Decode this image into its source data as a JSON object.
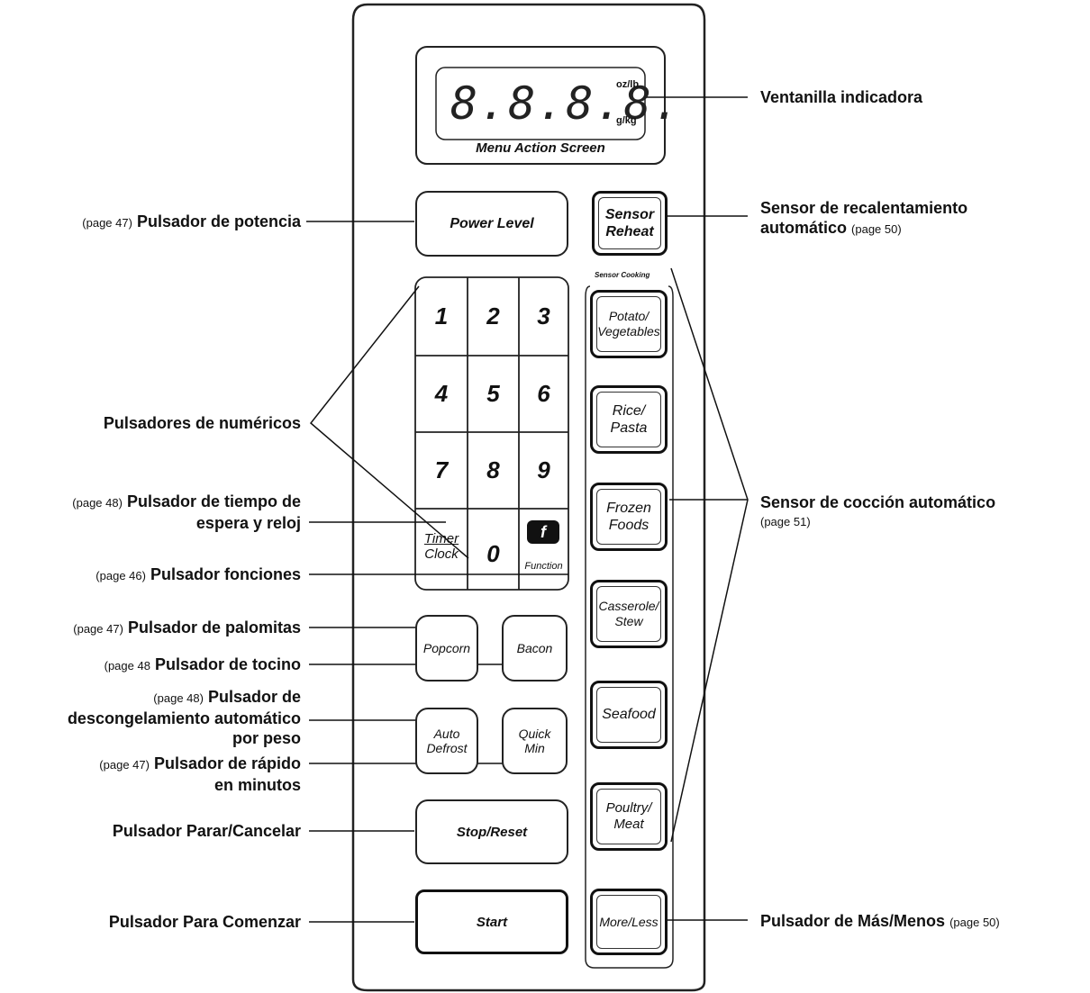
{
  "display": {
    "digits": "8.8.8.8.",
    "unit_top": "oz/lb",
    "unit_bottom": "g/kg",
    "screen_label": "Menu Action Screen"
  },
  "buttons": {
    "power_level": "Power Level",
    "sensor_reheat_1": "Sensor",
    "sensor_reheat_2": "Reheat",
    "sensor_cooking_label": "Sensor Cooking",
    "potato_1": "Potato/",
    "potato_2": "Vegetables",
    "rice_1": "Rice/",
    "rice_2": "Pasta",
    "frozen_1": "Frozen",
    "frozen_2": "Foods",
    "casserole_1": "Casserole/",
    "casserole_2": "Stew",
    "seafood": "Seafood",
    "poultry_1": "Poultry/",
    "poultry_2": "Meat",
    "more_less": "More/Less",
    "popcorn": "Popcorn",
    "bacon": "Bacon",
    "auto_defrost_1": "Auto",
    "auto_defrost_2": "Defrost",
    "quick_min_1": "Quick",
    "quick_min_2": "Min",
    "stop_reset": "Stop/Reset",
    "start": "Start"
  },
  "keypad": {
    "keys": [
      "1",
      "2",
      "3",
      "4",
      "5",
      "6",
      "7",
      "8",
      "9"
    ],
    "timer_1": "Timer",
    "timer_2": "Clock",
    "zero": "0",
    "function_icon": "f",
    "function_label": "Function"
  },
  "labels": {
    "ventanilla": "Ventanilla indicadora",
    "potencia_page": "(page 47)",
    "potencia": "Pulsador de potencia",
    "recalent_1": "Sensor de recalentamiento",
    "recalent_2": "automático",
    "recalent_page": "(page 50)",
    "numericos": "Pulsadores de numéricos",
    "tiempo_page": "(page 48)",
    "tiempo_1": "Pulsador de tiempo de",
    "tiempo_2": "espera y reloj",
    "funciones_page": "(page 46)",
    "funciones": "Pulsador fonciones",
    "coccion": "Sensor de cocción automático",
    "coccion_page": "(page 51)",
    "palomitas_page": "(page 47)",
    "palomitas": "Pulsador de palomitas",
    "tocino_page": "(page 48",
    "tocino": "Pulsador de tocino",
    "descong_page": "(page 48)",
    "descong_1": "Pulsador de",
    "descong_2": "descongelamiento automático",
    "descong_3": "por peso",
    "rapido_page": "(page 47)",
    "rapido_1": "Pulsador de rápido",
    "rapido_2": "en minutos",
    "parar": "Pulsador Parar/Cancelar",
    "comenzar": "Pulsador Para Comenzar",
    "mas_menos": "Pulsador de Más/Menos",
    "mas_menos_page": "(page 50)"
  }
}
